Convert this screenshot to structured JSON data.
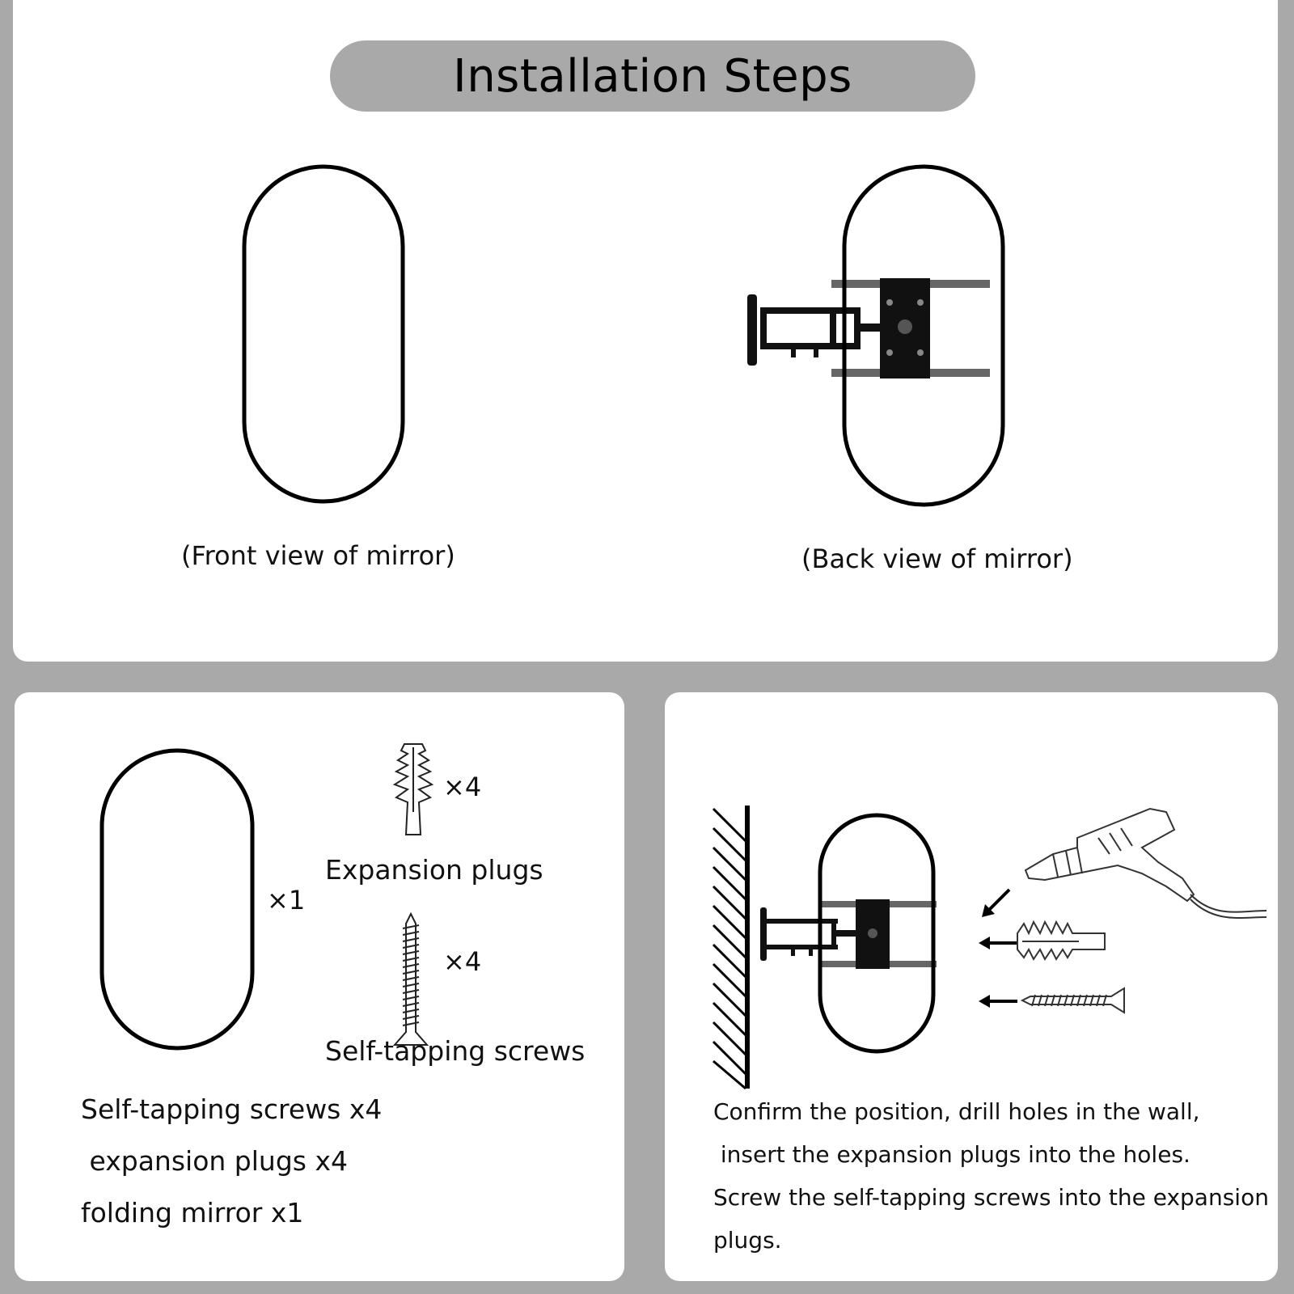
{
  "title": "Installation Steps",
  "top": {
    "front_caption": "(Front view of mirror)",
    "back_caption": "(Back view of mirror)"
  },
  "parts": {
    "mirror_qty": "×1",
    "plug_qty": "×4",
    "plug_label": "Expansion plugs",
    "screw_qty": "×4",
    "screw_label": "Self-tapping screws",
    "list": [
      "Self-tapping screws x4",
      " expansion plugs x4",
      "folding mirror x1"
    ]
  },
  "step": {
    "lines": [
      "Confirm the position, drill holes in the wall,",
      " insert the expansion plugs into the holes.",
      "Screw the self-tapping screws into the expansion",
      "plugs."
    ]
  },
  "icons": [
    "mirror-outline-icon",
    "wall-mount-arm-icon",
    "expansion-plug-icon",
    "screw-icon",
    "wall-hatch-icon",
    "arrow-left-icon",
    "drill-icon"
  ]
}
